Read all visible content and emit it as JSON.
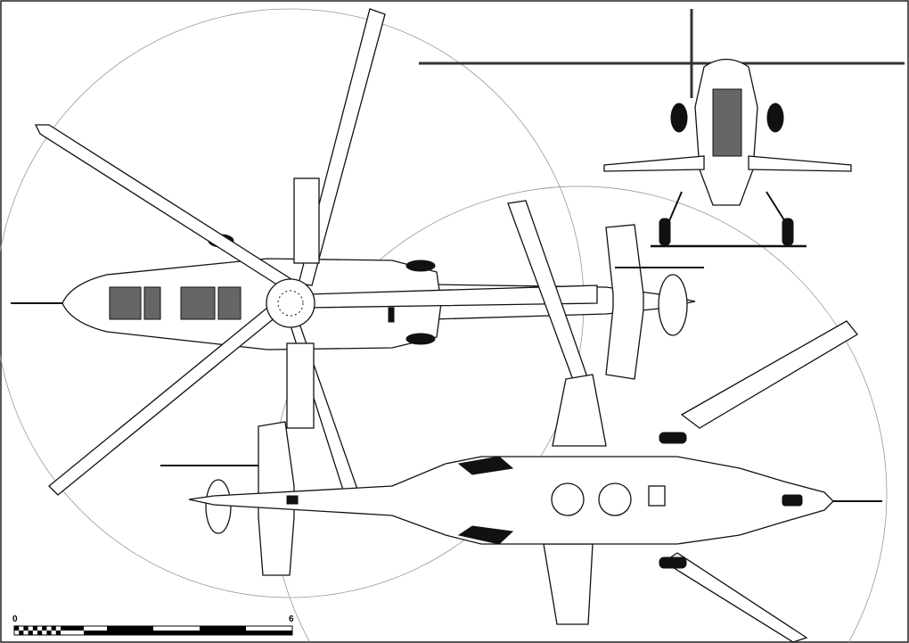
{
  "drawing": {
    "views": [
      "top-view",
      "side-view",
      "front-view"
    ],
    "scale_bar": {
      "start_label": "0",
      "end_label": "6",
      "units_max": 6
    }
  }
}
